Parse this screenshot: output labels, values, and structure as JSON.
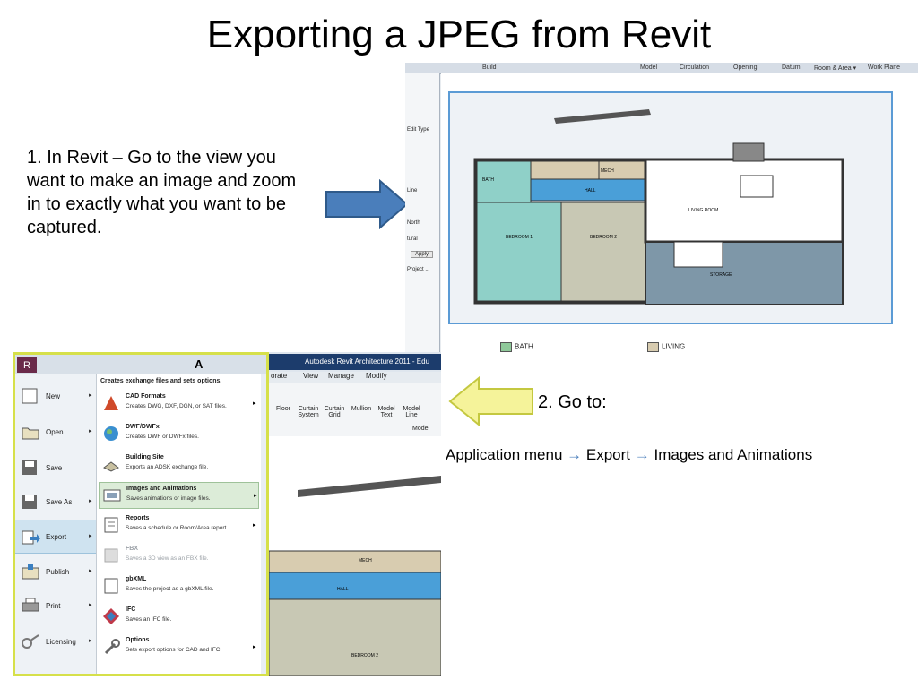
{
  "slide": {
    "title": "Exporting a JPEG from Revit",
    "step1": "1. In Revit – Go to the view you want to make an image and zoom in to exactly what you want to be captured.",
    "step2": "2. Go to:",
    "path": {
      "part1": "Application menu",
      "part2": "Export",
      "part3": "Images and Animations",
      "arrow": "→"
    }
  },
  "screenshot1": {
    "ribbon": [
      "Build",
      "Model",
      "Circulation",
      "Opening",
      "Datum",
      "Room & Area ▾",
      "Work Plane"
    ],
    "left_panel": [
      "Edit Type",
      "Line",
      "North",
      "tural",
      "Apply",
      "Project ..."
    ],
    "rooms": [
      "BATH",
      "MECH",
      "HALL",
      "LIVING ROOM",
      "BEDROOM 1",
      "BEDROOM 2",
      "STORAGE"
    ],
    "legend": [
      {
        "label": "BATH",
        "color": "#8fc99a"
      },
      {
        "label": "LIVING",
        "color": "#d8ccb0"
      }
    ]
  },
  "screenshot2": {
    "window_title": "Autodesk Revit Architecture 2011 - Edu",
    "tabs": [
      "orate",
      "View",
      "Manage",
      "Modify"
    ],
    "ribbon_tools": [
      "Floor",
      "Curtain System",
      "Curtain Grid",
      "Mullion",
      "Model Text",
      "Model Line"
    ],
    "ribbon_group": "Model",
    "drawing_rooms": [
      "MECH",
      "HALL",
      "BEDROOM 2"
    ],
    "menu_header": "Creates exchange files and sets options.",
    "menu_left": [
      {
        "label": "New",
        "arrow": "▸"
      },
      {
        "label": "Open",
        "arrow": "▸"
      },
      {
        "label": "Save",
        "arrow": ""
      },
      {
        "label": "Save As",
        "arrow": "▸"
      },
      {
        "label": "Export",
        "arrow": "▸"
      },
      {
        "label": "Publish",
        "arrow": "▸"
      },
      {
        "label": "Print",
        "arrow": "▸"
      },
      {
        "label": "Licensing",
        "arrow": "▸"
      }
    ],
    "menu_right": [
      {
        "title": "CAD Formats",
        "desc": "Creates DWG, DXF, DGN, or SAT files.",
        "arrow": "▸"
      },
      {
        "title": "DWF/DWFx",
        "desc": "Creates DWF or DWFx files.",
        "arrow": ""
      },
      {
        "title": "Building Site",
        "desc": "Exports an ADSK exchange file.",
        "arrow": ""
      },
      {
        "title": "Images and Animations",
        "desc": "Saves animations or image files.",
        "arrow": "▸"
      },
      {
        "title": "Reports",
        "desc": "Saves a schedule or Room/Area report.",
        "arrow": "▸"
      },
      {
        "title": "FBX",
        "desc": "Saves a 3D view as an FBX file.",
        "arrow": ""
      },
      {
        "title": "gbXML",
        "desc": "Saves the project as a gbXML file.",
        "arrow": ""
      },
      {
        "title": "IFC",
        "desc": "Saves an IFC file.",
        "arrow": ""
      },
      {
        "title": "Options",
        "desc": "Sets export options for CAD and IFC.",
        "arrow": "▸"
      }
    ],
    "toolbar_letter": "A"
  }
}
